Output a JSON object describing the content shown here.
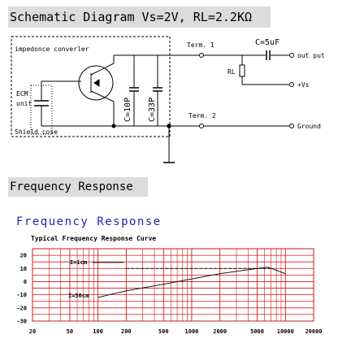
{
  "schematic": {
    "header": "Schematic Diagram  Vs=2V, RL=2.2KΩ",
    "box_label_top": "impedonce converler",
    "box_label_bottom": "Shield cose",
    "ecm_line1": "ECM",
    "ecm_line2": "unit",
    "cap1": "C=10P",
    "cap2": "C=33P",
    "term1": "Term. 1",
    "term2": "Term. 2",
    "rl": "RL",
    "cout": "C=5uF",
    "out_put": "out put",
    "vs": "+Vs",
    "ground": "Ground"
  },
  "response": {
    "header": "Frequency Response",
    "title": "Frequency Response",
    "subtitle": "Typical Frequency Response Curve",
    "label_1cm": "I=1cm",
    "label_50cm": "I=50cm",
    "accent_color": "#1a2ab0",
    "grid_color": "#cc1a1a"
  },
  "chart_data": {
    "type": "line",
    "title": "Frequency Response",
    "subtitle": "Typical Frequency Response Curve",
    "x_scale": "log",
    "x_ticks": [
      "20",
      "50",
      "100",
      "200",
      "500",
      "1000",
      "2000",
      "5000",
      "10000",
      "20000"
    ],
    "y_ticks": [
      "20",
      "10",
      "0",
      "-10",
      "-20",
      "-30"
    ],
    "ylim": [
      -30,
      25
    ],
    "grid": true,
    "series": [
      {
        "name": "I=1cm",
        "style": "dashed",
        "x": [
          200,
          500,
          1000,
          2000,
          3000,
          5000,
          7000
        ],
        "y": [
          10,
          10,
          10,
          10,
          10,
          10,
          10
        ]
      },
      {
        "name": "I=50cm",
        "style": "solid",
        "x": [
          100,
          200,
          500,
          1000,
          2000,
          5000,
          6500,
          10000
        ],
        "y": [
          -12,
          -7,
          -2,
          2,
          6,
          10,
          11,
          6
        ]
      }
    ]
  }
}
